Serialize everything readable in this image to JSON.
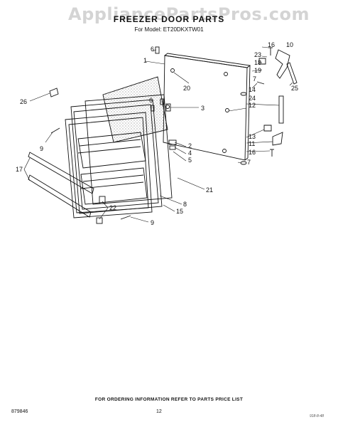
{
  "watermark": "AppliancePartsPros.com",
  "header": {
    "title": "FREEZER DOOR PARTS",
    "model": "For Model: ET20DKXTW01"
  },
  "callouts": [
    "1",
    "2",
    "3",
    "4",
    "5",
    "6",
    "7",
    "8",
    "9",
    "10",
    "11",
    "12",
    "13",
    "14",
    "15",
    "16",
    "17",
    "18",
    "19",
    "20",
    "21",
    "22",
    "23",
    "24",
    "25",
    "26"
  ],
  "footer": {
    "note": "FOR ORDERING INFORMATION REFER TO PARTS PRICE LIST",
    "code_left": "879846",
    "page_number": "12",
    "code_right": "918-8-48"
  }
}
